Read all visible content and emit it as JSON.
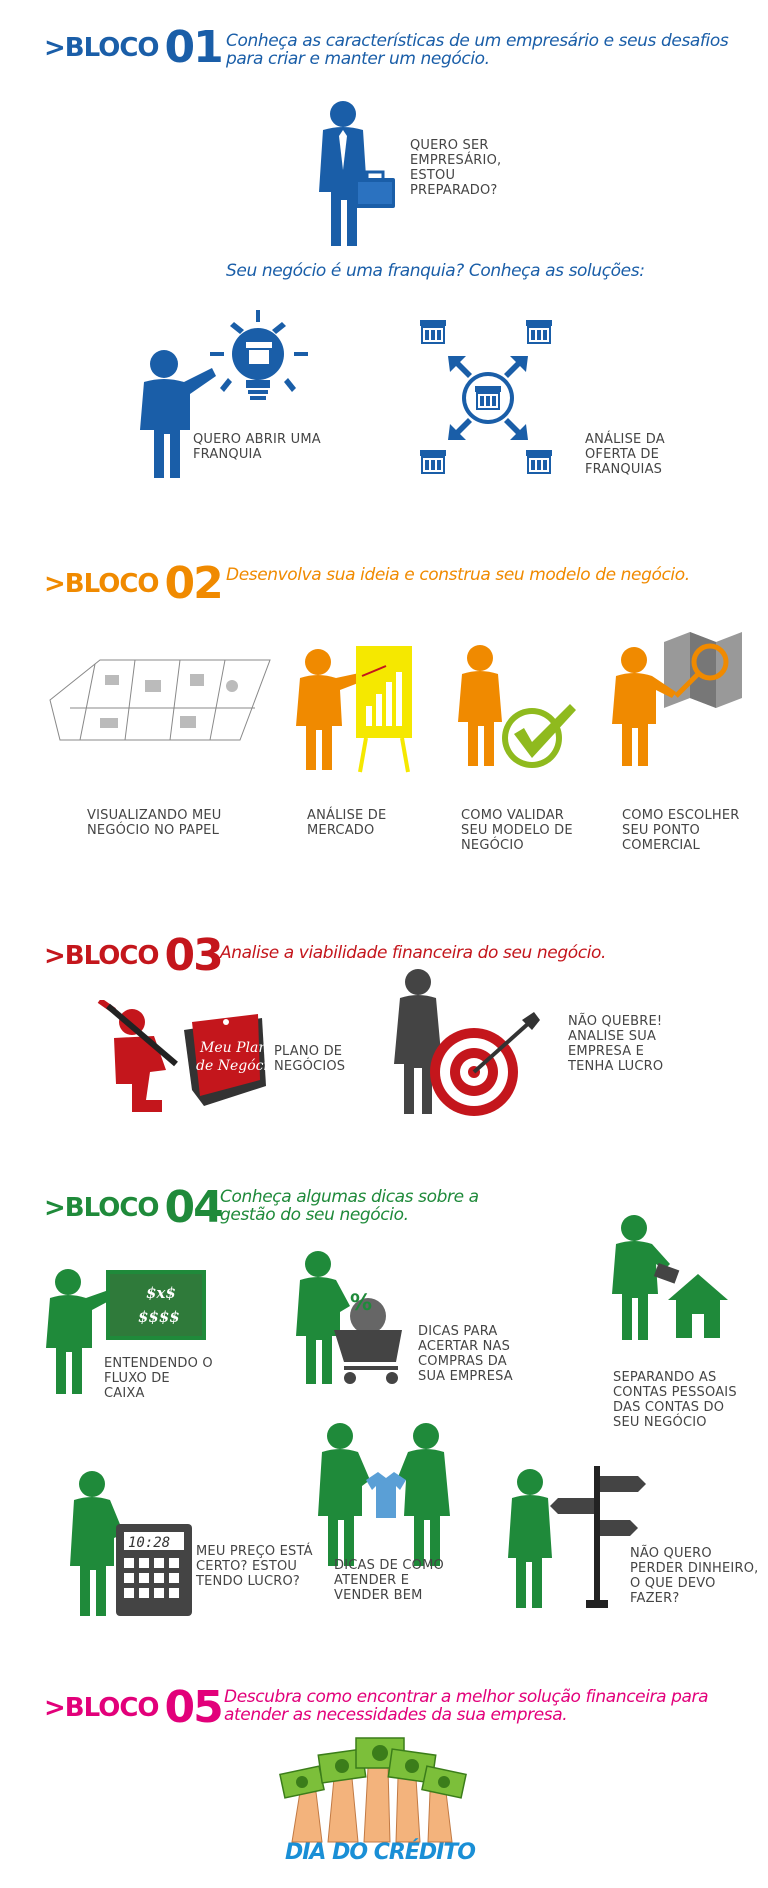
{
  "colors": {
    "bloco1": "#1a5ea8",
    "bloco2": "#f08a00",
    "bloco3": "#c4161c",
    "bloco4": "#1f8a3a",
    "bloco5": "#e2007a",
    "label": "#444444"
  },
  "bloco1": {
    "word": ">BLOCO",
    "num": "01",
    "desc": "Conheça as características de um empresário e seus desafios para criar e manter um negócio.",
    "item_empresario": "QUERO SER EMPRESÁRIO, ESTOU PREPARADO?",
    "franquia_title": "Seu negócio é uma franquia? Conheça as soluções:",
    "item_abrir": "QUERO ABRIR UMA FRANQUIA",
    "item_oferta": "ANÁLISE DA OFERTA DE FRANQUIAS"
  },
  "bloco2": {
    "word": ">BLOCO",
    "num": "02",
    "desc": "Desenvolva sua ideia e construa seu modelo de negócio.",
    "items": [
      "VISUALIZANDO MEU NEGÓCIO NO PAPEL",
      "ANÁLISE DE MERCADO",
      "COMO VALIDAR SEU MODELO DE NEGÓCIO",
      "COMO ESCOLHER SEU PONTO COMERCIAL"
    ]
  },
  "bloco3": {
    "word": ">BLOCO",
    "num": "03",
    "desc": "Analise a viabilidade financeira do seu negócio.",
    "sign_text": "Meu Plano de Negócios",
    "items": [
      "PLANO DE NEGÓCIOS",
      "NÃO QUEBRE! ANALISE SUA EMPRESA E TENHA LUCRO"
    ]
  },
  "bloco4": {
    "word": ">BLOCO",
    "num": "04",
    "desc": "Conheça algumas dicas sobre a gestão do seu negócio.",
    "board_text1": "$x$",
    "board_text2": "$$$$",
    "calc_display": "10:28",
    "items": [
      "ENTENDENDO O FLUXO DE CAIXA",
      "DICAS PARA ACERTAR NAS COMPRAS DA SUA EMPRESA",
      "SEPARANDO AS CONTAS PESSOAIS DAS CONTAS DO SEU NEGÓCIO",
      "MEU PREÇO ESTÁ CERTO? ESTOU TENDO LUCRO?",
      "DICAS DE COMO ATENDER E VENDER BEM",
      "NÃO QUERO PERDER DINHEIRO, O QUE DEVO FAZER?"
    ]
  },
  "bloco5": {
    "word": ">BLOCO",
    "num": "05",
    "desc": "Descubra como encontrar a melhor solução financeira para atender as necessidades da sua empresa.",
    "dia_credito": "DIA DO CRÉDITO"
  }
}
